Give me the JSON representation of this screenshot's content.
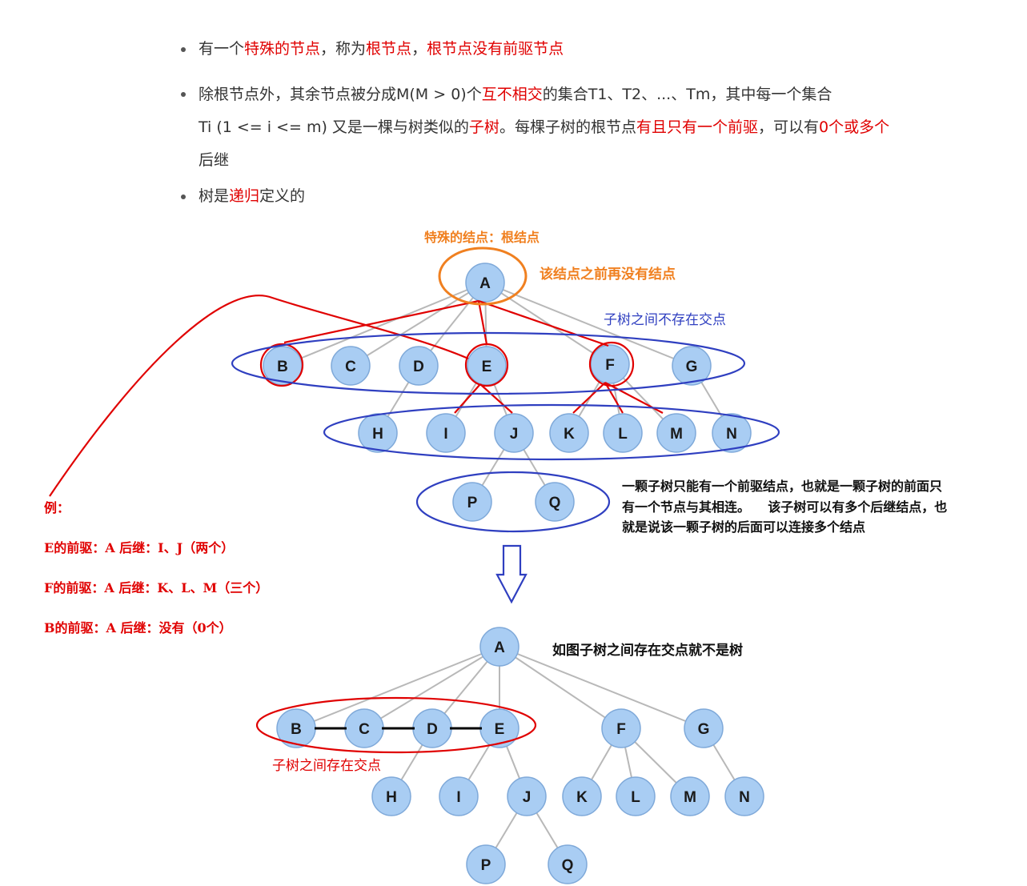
{
  "bullets": {
    "b1": [
      {
        "t": "有一个",
        "c": "dark"
      },
      {
        "t": "特殊的节点",
        "c": "red"
      },
      {
        "t": "，称为",
        "c": "dark"
      },
      {
        "t": "根节点",
        "c": "red"
      },
      {
        "t": "，",
        "c": "dark"
      },
      {
        "t": "根节点没有前驱节点",
        "c": "red"
      }
    ],
    "b2_line1": [
      {
        "t": "除根节点外，其余节点被分成M(M > 0)个",
        "c": "dark"
      },
      {
        "t": "互不相交",
        "c": "red"
      },
      {
        "t": "的集合T1、T2、...、Tm，其中每一个集合",
        "c": "dark"
      }
    ],
    "b2_line2": [
      {
        "t": "Ti (1 <= i <= m) 又是一棵与树类似的",
        "c": "dark"
      },
      {
        "t": "子树",
        "c": "red"
      },
      {
        "t": "。每棵子树的根节点",
        "c": "dark"
      },
      {
        "t": "有且只有一个前驱",
        "c": "red"
      },
      {
        "t": "，可以有",
        "c": "dark"
      },
      {
        "t": "0个或多个",
        "c": "red"
      }
    ],
    "b2_line3": [
      {
        "t": "后继",
        "c": "dark"
      }
    ],
    "b3": [
      {
        "t": "树是",
        "c": "dark"
      },
      {
        "t": "递归",
        "c": "red"
      },
      {
        "t": "定义的",
        "c": "dark"
      }
    ]
  },
  "annotations": {
    "root_title": "特殊的结点：根结点",
    "root_note": "该结点之前再没有结点",
    "no_intersect": "子树之间不存在交点",
    "subtree_note_lines": [
      "一颗子树只能有一个前驱结点，也就是一颗子树的前面只",
      "有一个节点与其相连。    该子树可以有多个后继结点，也",
      "就是说该一颗子树的后面可以连接多个结点"
    ],
    "example_title": "例：",
    "examples": [
      "E的前驱：A 后继：I、J（两个）",
      "F的前驱：A 后继：K、L、M（三个）",
      "B的前驱：A 后继：没有（0个）"
    ],
    "not_tree_note": "如图子树之间存在交点就不是树",
    "has_intersect": "子树之间存在交点"
  },
  "tree1": {
    "nodes": [
      "A",
      "B",
      "C",
      "D",
      "E",
      "F",
      "G",
      "H",
      "I",
      "J",
      "K",
      "L",
      "M",
      "N",
      "P",
      "Q"
    ]
  },
  "tree2": {
    "nodes": [
      "A",
      "B",
      "C",
      "D",
      "E",
      "F",
      "G",
      "H",
      "I",
      "J",
      "K",
      "L",
      "M",
      "N",
      "P",
      "Q"
    ]
  },
  "colors": {
    "red": "#e00000",
    "orange": "#f08020",
    "blue": "#2f3fc0",
    "node_fill": "#a9cdf3",
    "node_stroke": "#7fa9d9",
    "edge": "#b8b8b8",
    "text": "#333333"
  }
}
